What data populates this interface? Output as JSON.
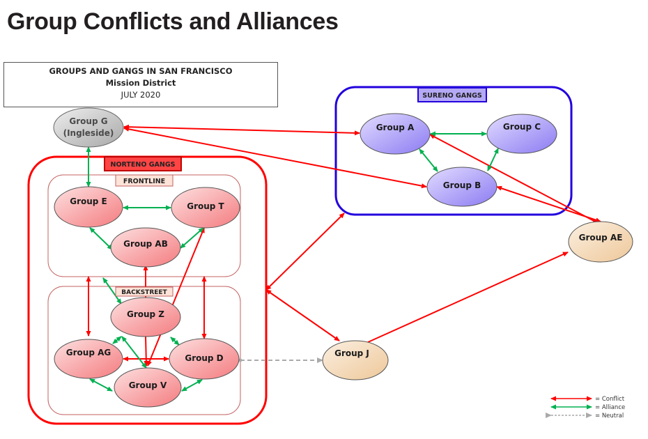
{
  "page": {
    "title": "Group Conflicts and Alliances"
  },
  "header": {
    "line1": "GROUPS AND GANGS IN SAN FRANCISCO",
    "line2": "Mission District",
    "line3": "JULY 2020"
  },
  "clusters": {
    "norteno": {
      "label": "NORTENO GANGS",
      "color": "#ff0000"
    },
    "frontline": {
      "label": "FRONTLINE"
    },
    "backstreet": {
      "label": "BACKSTREET"
    },
    "sureno": {
      "label": "SURENO GANGS",
      "color": "#2200dd"
    }
  },
  "nodes": {
    "G": {
      "line1": "Group G",
      "line2": "(Ingleside)",
      "kind": "independent-gray"
    },
    "E": {
      "label": "Group E",
      "kind": "norteno"
    },
    "T": {
      "label": "Group T",
      "kind": "norteno"
    },
    "AB": {
      "label": "Group AB",
      "kind": "norteno"
    },
    "Z": {
      "label": "Group Z",
      "kind": "norteno"
    },
    "AG": {
      "label": "Group AG",
      "kind": "norteno"
    },
    "D": {
      "label": "Group D",
      "kind": "norteno"
    },
    "V": {
      "label": "Group V",
      "kind": "norteno"
    },
    "A": {
      "label": "Group A",
      "kind": "sureno"
    },
    "C": {
      "label": "Group C",
      "kind": "sureno"
    },
    "B": {
      "label": "Group B",
      "kind": "sureno"
    },
    "AE": {
      "label": "Group AE",
      "kind": "independent"
    },
    "J": {
      "label": "Group J",
      "kind": "independent"
    }
  },
  "edges": [
    {
      "from": "G",
      "to": "E",
      "type": "alliance"
    },
    {
      "from": "G",
      "to": "A",
      "type": "conflict"
    },
    {
      "from": "G",
      "to": "B",
      "type": "conflict"
    },
    {
      "from": "E",
      "to": "T",
      "type": "alliance"
    },
    {
      "from": "E",
      "to": "AB",
      "type": "alliance"
    },
    {
      "from": "T",
      "to": "AB",
      "type": "alliance"
    },
    {
      "from": "A",
      "to": "C",
      "type": "alliance"
    },
    {
      "from": "A",
      "to": "B",
      "type": "alliance"
    },
    {
      "from": "C",
      "to": "B",
      "type": "alliance"
    },
    {
      "from": "A",
      "to": "AE",
      "type": "conflict"
    },
    {
      "from": "B",
      "to": "AE",
      "type": "conflict"
    },
    {
      "from": "Norteno",
      "to": "Sureno",
      "type": "conflict"
    },
    {
      "from": "Norteno",
      "to": "J",
      "type": "conflict"
    },
    {
      "from": "J",
      "to": "AE",
      "type": "conflict"
    },
    {
      "from": "Z",
      "to": "AB",
      "type": "conflict"
    },
    {
      "from": "Z",
      "to": "Frontline",
      "type": "alliance"
    },
    {
      "from": "V",
      "to": "T",
      "type": "conflict"
    },
    {
      "from": "AG",
      "to": "Frontline",
      "type": "conflict"
    },
    {
      "from": "D",
      "to": "Frontline",
      "type": "conflict"
    },
    {
      "from": "Z",
      "to": "AG",
      "type": "alliance"
    },
    {
      "from": "Z",
      "to": "D",
      "type": "alliance"
    },
    {
      "from": "Z",
      "to": "V",
      "type": "conflict"
    },
    {
      "from": "AG",
      "to": "D",
      "type": "conflict"
    },
    {
      "from": "AG",
      "to": "V",
      "type": "alliance"
    },
    {
      "from": "D",
      "to": "V",
      "type": "alliance"
    },
    {
      "from": "Z",
      "to": "V",
      "type": "alliance"
    },
    {
      "from": "D",
      "to": "J",
      "type": "neutral"
    }
  ],
  "legend": {
    "conflict": {
      "label": "= Conflict",
      "color": "#ff0000"
    },
    "alliance": {
      "label": "= Alliance",
      "color": "#00b050"
    },
    "neutral": {
      "label": "= Neutral",
      "color": "#aaaaaa"
    }
  }
}
